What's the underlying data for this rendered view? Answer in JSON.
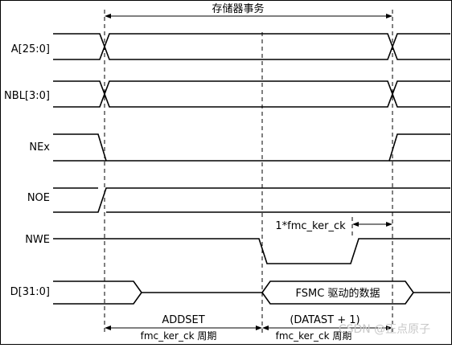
{
  "title": "存储器事务",
  "signals": {
    "addr": "A[25:0]",
    "nbl": "NBL[3:0]",
    "nex": "NEx",
    "noe": "NOE",
    "nwe": "NWE",
    "data": "D[31:0]"
  },
  "annotations": {
    "data_driven": "FSMC 驱动的数据",
    "hold": "1*fmc_ker_ck",
    "addset": "ADDSET",
    "addset_unit": "fmc_ker_ck 周期",
    "datast": "(DATAST + 1)",
    "datast_unit": "fmc_ker_ck 周期"
  },
  "watermark": "CSDN @正点原子"
}
